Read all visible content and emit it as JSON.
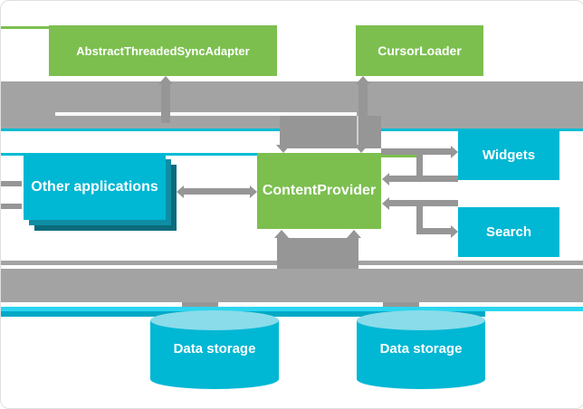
{
  "nodes": {
    "sync_adapter": {
      "label": "AbstractThreadedSyncAdapter"
    },
    "cursor_loader": {
      "label": "CursorLoader"
    },
    "content_provider": {
      "label": "ContentProvider"
    },
    "other_applications": {
      "label": "Other applications"
    },
    "widgets": {
      "label": "Widgets"
    },
    "search": {
      "label": "Search"
    },
    "data_storage_left": {
      "label": "Data storage"
    },
    "data_storage_right": {
      "label": "Data storage"
    }
  },
  "colors": {
    "green": "#7CBF4F",
    "cyan": "#00B7D4",
    "cyan_line": "#00BCD4",
    "cyan_bright": "#2BD5EF",
    "cyan_deep": "#00A9C6",
    "other_apps_shadow1": "#0E8EA4",
    "other_apps_shadow2": "#0B6B7C",
    "cylinder_top": "#8ADCEA",
    "band_gray": "#A3A3A3",
    "arrow_gray": "#969696",
    "text": "#FFFFFF"
  }
}
